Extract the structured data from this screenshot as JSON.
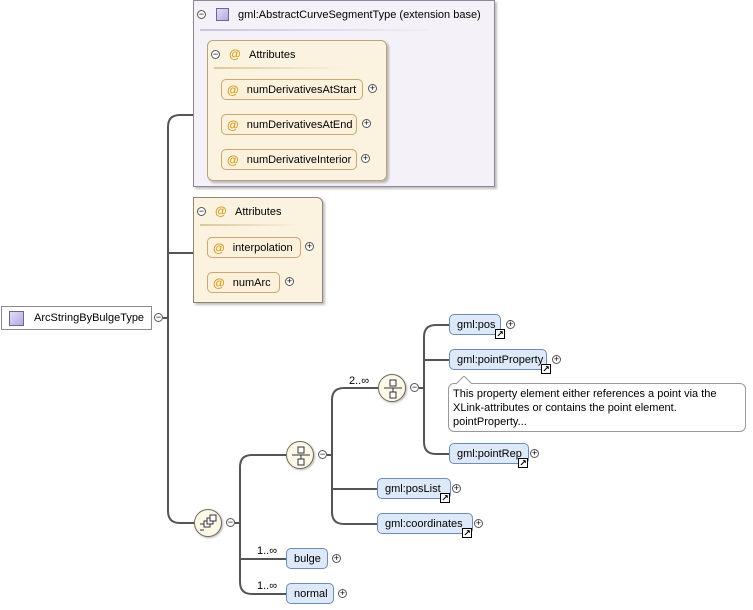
{
  "root": {
    "label": "ArcStringByBulgeType",
    "icon": "complex-type-icon"
  },
  "base_type": {
    "label": "gml:AbstractCurveSegmentType (extension base)"
  },
  "base_attributes": {
    "title": "Attributes",
    "items": [
      "numDerivativesAtStart",
      "numDerivativesAtEnd",
      "numDerivativeInterior"
    ]
  },
  "own_attributes": {
    "title": "Attributes",
    "items": [
      "interpolation",
      "numArc"
    ]
  },
  "sequence": {
    "choice_occurrence": "2..∞",
    "choice_elements": [
      "gml:pos",
      "gml:pointProperty",
      "gml:pointRep"
    ],
    "choice2_elements": [
      "gml:posList",
      "gml:coordinates"
    ],
    "bulge": {
      "label": "bulge",
      "occurrence": "1..∞"
    },
    "normal": {
      "label": "normal",
      "occurrence": "1..∞"
    }
  },
  "tooltip": {
    "line1": "This property element either references a point via the",
    "line2": "XLink-attributes or contains the point element.",
    "line3": "pointProperty..."
  },
  "symbols": {
    "minus": "−",
    "plus": "+",
    "at": "@",
    "link": "↗"
  },
  "colors": {
    "attribute_bg": "#fdf1db",
    "element_bg": "#dde8f8",
    "type_bg": "#f4f2f8"
  }
}
